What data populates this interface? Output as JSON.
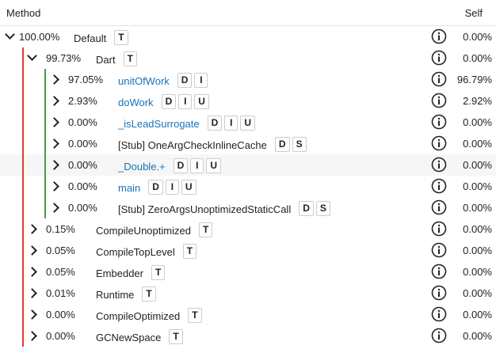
{
  "header": {
    "method": "Method",
    "self": "Self"
  },
  "colors": {
    "red_bar": "#e53935",
    "green_bar": "#43a047",
    "link": "#1a73b8"
  },
  "rows": [
    {
      "depth": 0,
      "expanded": true,
      "pct": "100.00%",
      "name": "Default",
      "link": false,
      "badges": [
        "T"
      ],
      "self": "0.00%"
    },
    {
      "depth": 1,
      "expanded": true,
      "pct": "99.73%",
      "name": "Dart",
      "link": false,
      "badges": [
        "T"
      ],
      "self": "0.00%"
    },
    {
      "depth": 2,
      "expanded": false,
      "pct": "97.05%",
      "name": "unitOfWork",
      "link": true,
      "badges": [
        "D",
        "I"
      ],
      "self": "96.79%"
    },
    {
      "depth": 2,
      "expanded": false,
      "pct": "2.93%",
      "name": "doWork",
      "link": true,
      "badges": [
        "D",
        "I",
        "U"
      ],
      "self": "2.92%"
    },
    {
      "depth": 2,
      "expanded": false,
      "pct": "0.00%",
      "name": "_isLeadSurrogate",
      "link": true,
      "badges": [
        "D",
        "I",
        "U"
      ],
      "self": "0.00%"
    },
    {
      "depth": 2,
      "expanded": false,
      "pct": "0.00%",
      "name": "[Stub] OneArgCheckInlineCache",
      "link": false,
      "badges": [
        "D",
        "S"
      ],
      "self": "0.00%"
    },
    {
      "depth": 2,
      "expanded": false,
      "pct": "0.00%",
      "name": "_Double.+",
      "link": true,
      "badges": [
        "D",
        "I",
        "U"
      ],
      "self": "0.00%",
      "highlight": true
    },
    {
      "depth": 2,
      "expanded": false,
      "pct": "0.00%",
      "name": "main",
      "link": true,
      "badges": [
        "D",
        "I",
        "U"
      ],
      "self": "0.00%"
    },
    {
      "depth": 2,
      "expanded": false,
      "pct": "0.00%",
      "name": "[Stub] ZeroArgsUnoptimizedStaticCall",
      "link": false,
      "badges": [
        "D",
        "S"
      ],
      "self": "0.00%"
    },
    {
      "depth": 1,
      "expanded": false,
      "pct": "0.15%",
      "name": "CompileUnoptimized",
      "link": false,
      "badges": [
        "T"
      ],
      "self": "0.00%"
    },
    {
      "depth": 1,
      "expanded": false,
      "pct": "0.05%",
      "name": "CompileTopLevel",
      "link": false,
      "badges": [
        "T"
      ],
      "self": "0.00%"
    },
    {
      "depth": 1,
      "expanded": false,
      "pct": "0.05%",
      "name": "Embedder",
      "link": false,
      "badges": [
        "T"
      ],
      "self": "0.00%"
    },
    {
      "depth": 1,
      "expanded": false,
      "pct": "0.01%",
      "name": "Runtime",
      "link": false,
      "badges": [
        "T"
      ],
      "self": "0.00%"
    },
    {
      "depth": 1,
      "expanded": false,
      "pct": "0.00%",
      "name": "CompileOptimized",
      "link": false,
      "badges": [
        "T"
      ],
      "self": "0.00%"
    },
    {
      "depth": 1,
      "expanded": false,
      "pct": "0.00%",
      "name": "GCNewSpace",
      "link": false,
      "badges": [
        "T"
      ],
      "self": "0.00%"
    }
  ]
}
